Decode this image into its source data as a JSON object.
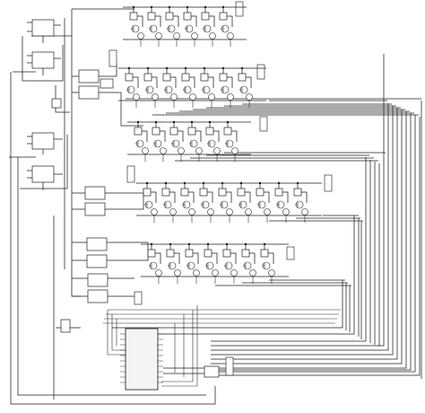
{
  "diagram": {
    "background": "#ffffff",
    "wire_color": "#1f1f1f",
    "components": {
      "ic_main": "microcontroller-ic",
      "driver_blocks": "driver-ic",
      "transistors": "transistor-symbol",
      "connectors": "pin-header",
      "regulators": "regulator-block"
    }
  }
}
